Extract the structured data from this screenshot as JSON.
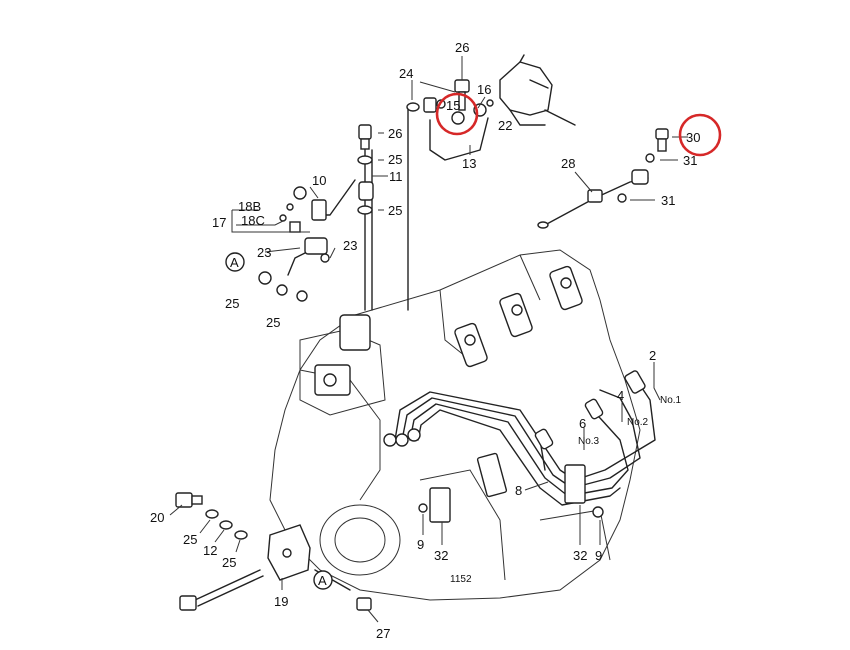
{
  "labels": {
    "l26a": "26",
    "l24": "24",
    "l15": "15",
    "l16": "16",
    "l22": "22",
    "l13": "13",
    "l26b": "26",
    "l25a": "25",
    "l11": "11",
    "l25b": "25",
    "l10": "10",
    "l18b": "18B",
    "l18c": "18C",
    "l17": "17",
    "l23a": "23",
    "l23b": "23",
    "lA1": "A",
    "l25c": "25",
    "l25d": "25",
    "l30": "30",
    "l31a": "31",
    "l28": "28",
    "l31b": "31",
    "l2": "2",
    "lno1": "No.1",
    "l4": "4",
    "lno2": "No.2",
    "l6": "6",
    "lno3": "No.3",
    "l8": "8",
    "l9a": "9",
    "l32a": "32",
    "l32b": "32",
    "l9b": "9",
    "l20": "20",
    "l25e": "25",
    "l12": "12",
    "l25f": "25",
    "l19": "19",
    "lA2": "A",
    "l27": "27"
  },
  "highlight_color": "#d62828",
  "line_color": "#222222"
}
